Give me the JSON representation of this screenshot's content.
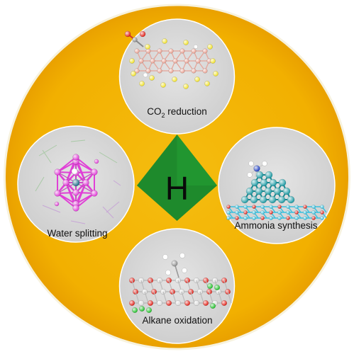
{
  "center": {
    "letter": "H",
    "color": "#1e8a2c"
  },
  "background": {
    "ring_color": "#f3b400",
    "rim_color": "#e7a100",
    "panel_color": "#d9d9d9"
  },
  "panels": [
    {
      "id": "top",
      "label_main": "CO",
      "label_sub": "2",
      "label_rest": " reduction"
    },
    {
      "id": "left",
      "label": "Water splitting"
    },
    {
      "id": "right",
      "label": "Ammonia synthesis"
    },
    {
      "id": "bottom",
      "label": "Alkane oxidation"
    }
  ],
  "atom_colors": {
    "copper": "#e9a294",
    "sulfur": "#f1e22a",
    "oxygen": "#e2231a",
    "hydrogen": "#ffffff",
    "cluster_metal": "#e03fd6",
    "cluster_core": "#1f6f8a",
    "ruthenium": "#1e9aa3",
    "support": "#3fc3e0",
    "nitrogen": "#1f3fbf",
    "carbon": "#8f8f8f",
    "chlorine": "#22c02a"
  },
  "icons": [
    "co2-reduction-icon",
    "water-splitting-icon",
    "ammonia-synthesis-icon",
    "alkane-oxidation-icon"
  ]
}
